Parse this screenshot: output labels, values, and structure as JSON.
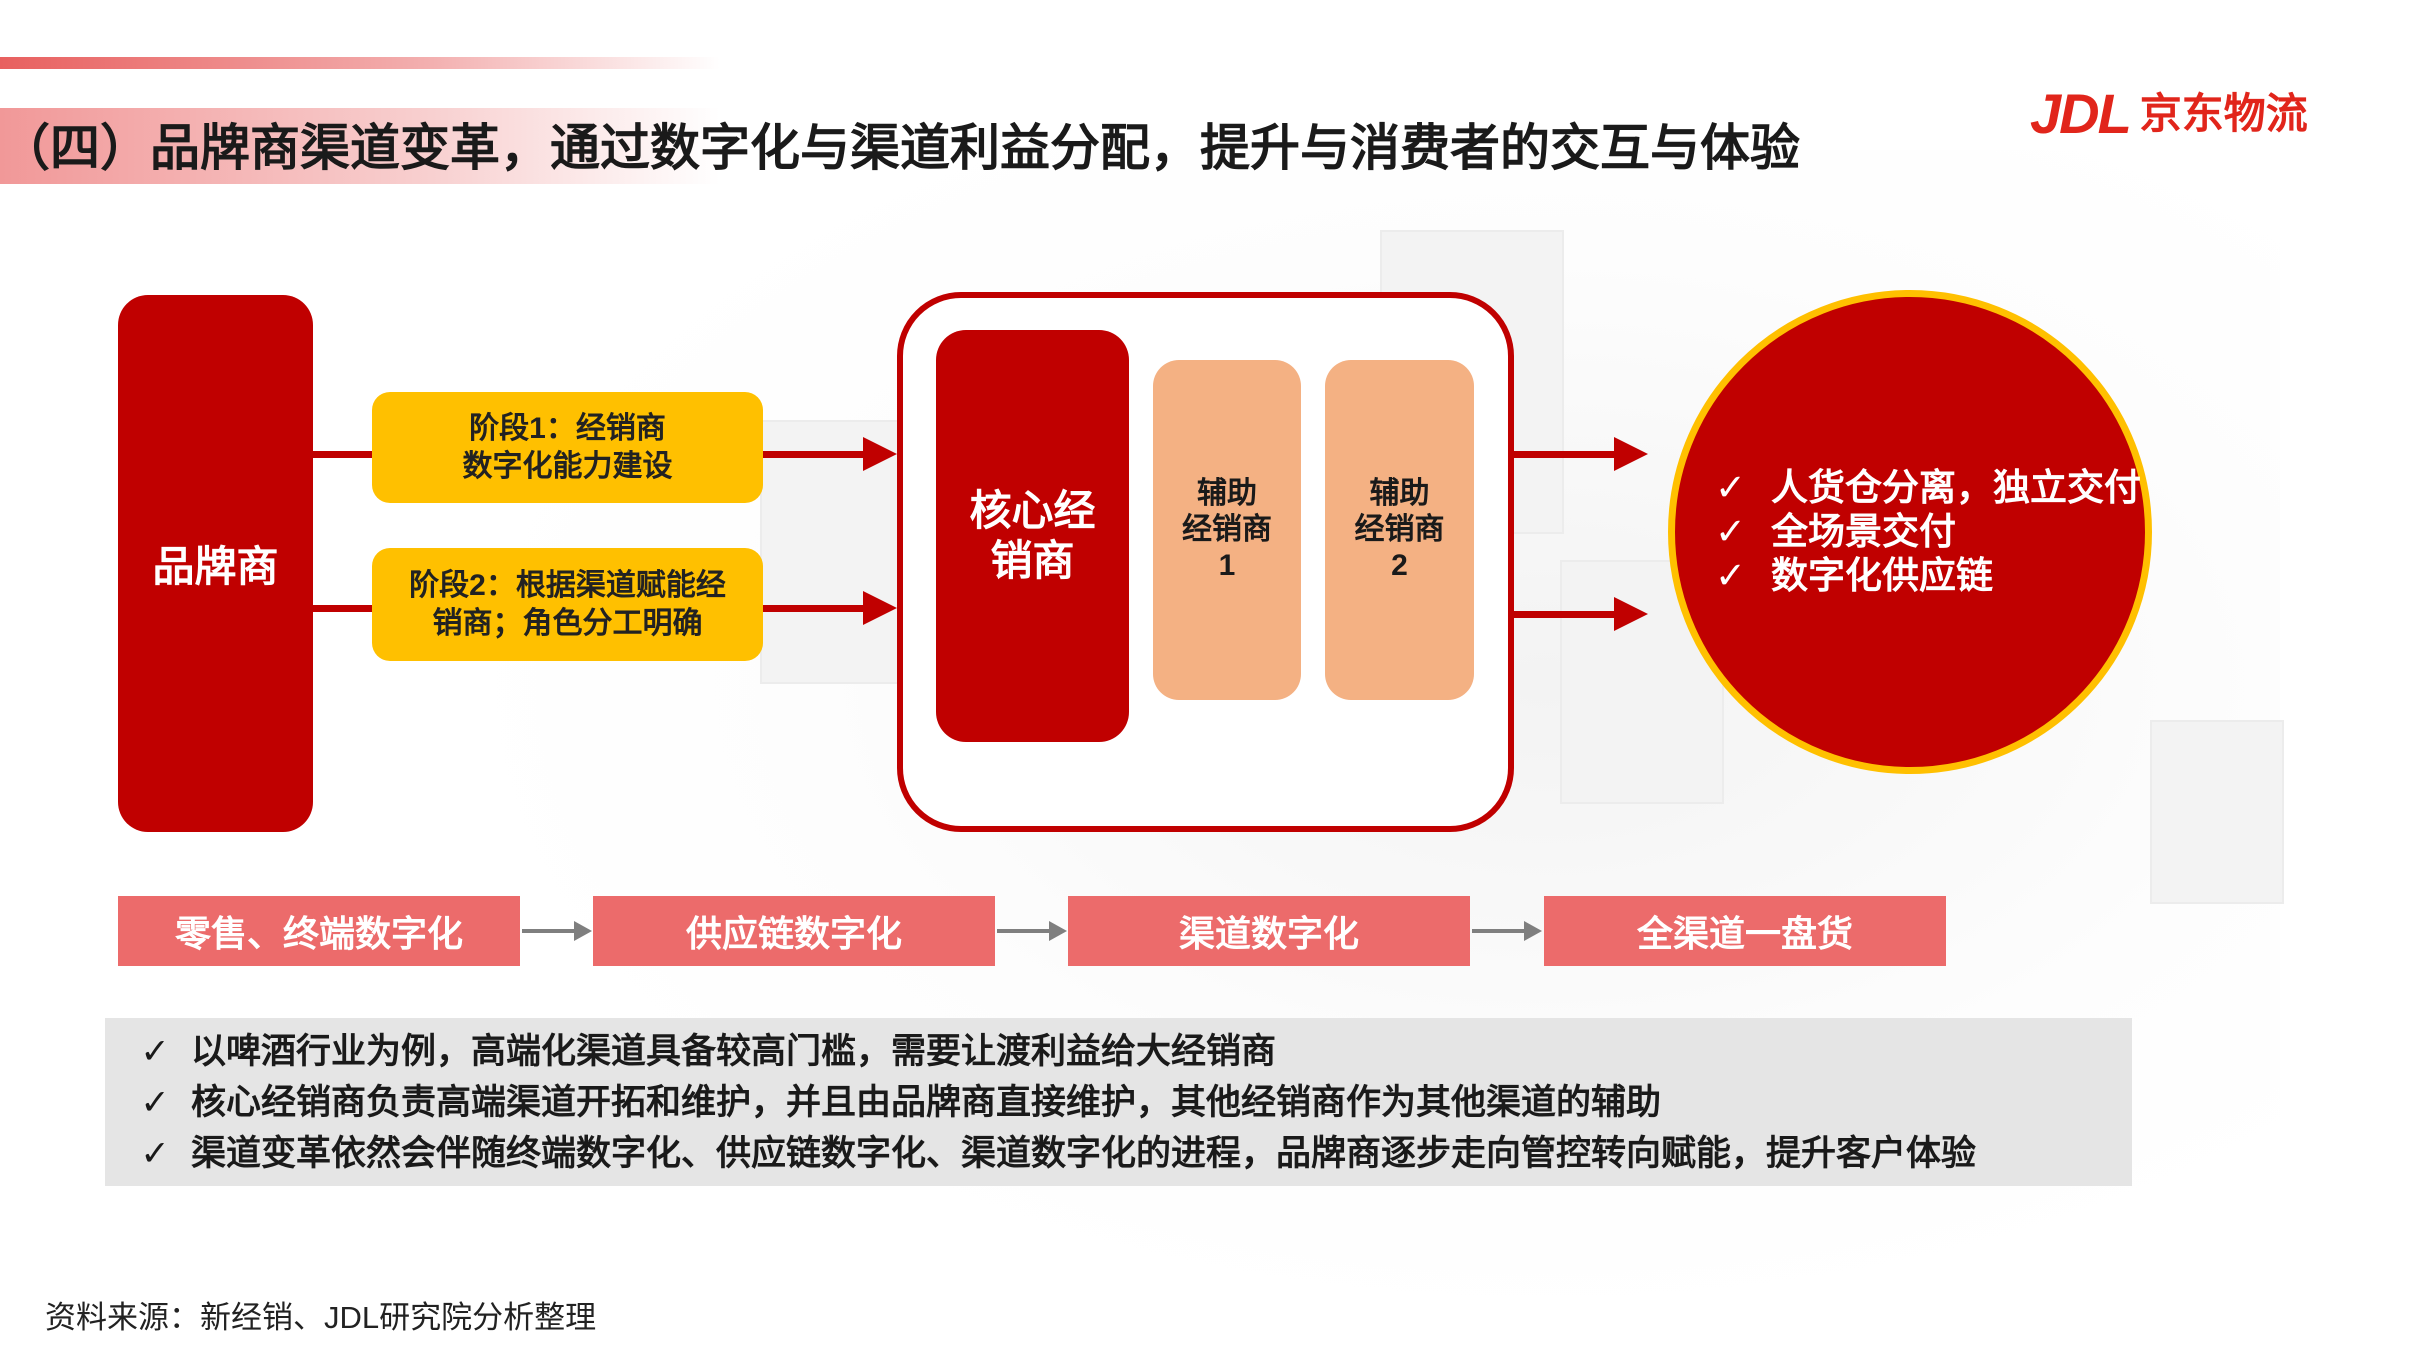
{
  "header": {
    "title": "（四）品牌商渠道变革，通过数字化与渠道利益分配，提升与消费者的交互与体验",
    "logo_mark": "JDL",
    "logo_text": "京东物流"
  },
  "diagram": {
    "brand": "品牌商",
    "stage1": [
      "阶段1：经销商",
      "数字化能力建设"
    ],
    "stage2": [
      "阶段2：根据渠道赋能经",
      "销商；角色分工明确"
    ],
    "core_distributor": [
      "核心经",
      "销商"
    ],
    "aux_distributor_1": [
      "辅助",
      "经销商",
      "1"
    ],
    "aux_distributor_2": [
      "辅助",
      "经销商",
      "2"
    ],
    "outcomes": [
      "人货仓分离，独立交付",
      "全场景交付",
      "数字化供应链"
    ]
  },
  "process_steps": [
    "零售、终端数字化",
    "供应链数字化",
    "渠道数字化",
    "全渠道一盘货"
  ],
  "notes": [
    "以啤酒行业为例，高端化渠道具备较高门槛，需要让渡利益给大经销商",
    "核心经销商负责高端渠道开拓和维护，并且由品牌商直接维护，其他经销商作为其他渠道的辅助",
    "渠道变革依然会伴随终端数字化、供应链数字化、渠道数字化的进程，品牌商逐步走向管控转向赋能，提升客户体验"
  ],
  "check_mark": "✓",
  "source": "资料来源：新经销、JDL研究院分析整理",
  "colors": {
    "primary_red": "#c00000",
    "stage_yellow": "#ffc000",
    "aux_orange": "#f4b183",
    "process_pink": "#ec6b6b",
    "note_grey": "#e5e5e5",
    "logo_red": "#e1251b"
  }
}
